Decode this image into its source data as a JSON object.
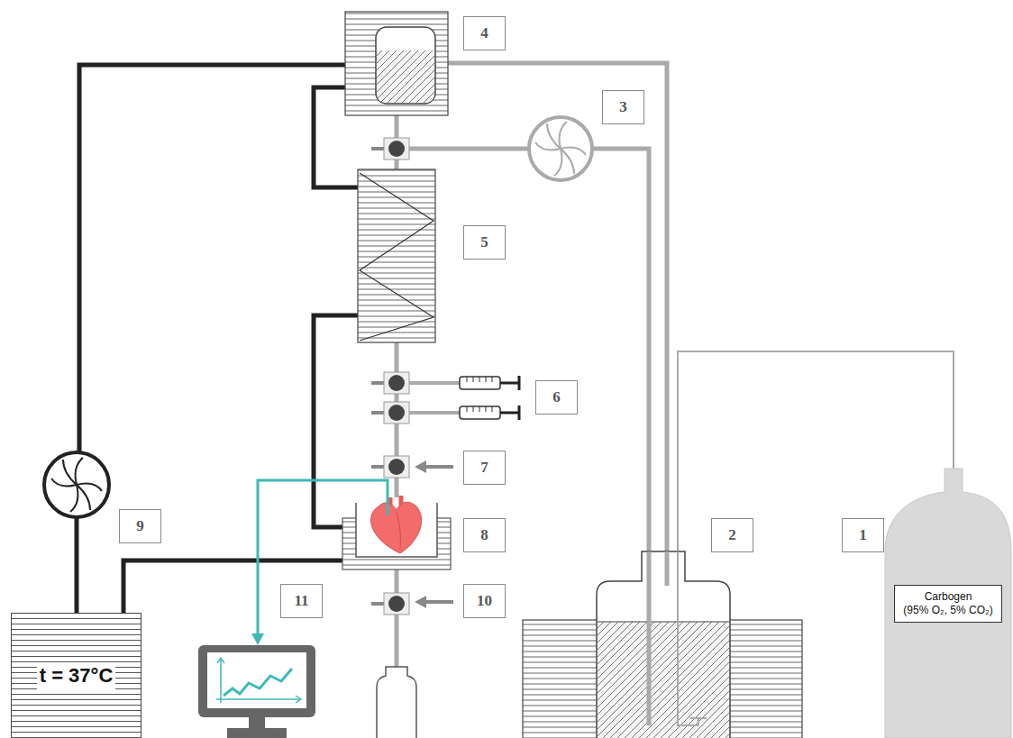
{
  "diagram": {
    "nodes": [
      {
        "text": [
          "4"
        ]
      },
      {
        "text": [
          "3"
        ]
      },
      {
        "text": [
          "5"
        ]
      },
      {
        "text": [
          "6"
        ]
      },
      {
        "text": [
          "7"
        ]
      },
      {
        "text": [
          "9"
        ]
      },
      {
        "text": [
          "8"
        ]
      },
      {
        "text": [
          "2"
        ]
      },
      {
        "text": [
          "1"
        ]
      },
      {
        "text": [
          "Carbogen",
          "(95% O₂, 5% CO₂)"
        ]
      },
      {
        "text": [
          "11"
        ]
      },
      {
        "text": [
          "10"
        ]
      },
      {
        "text": [
          "t = 37°C"
        ]
      }
    ]
  }
}
